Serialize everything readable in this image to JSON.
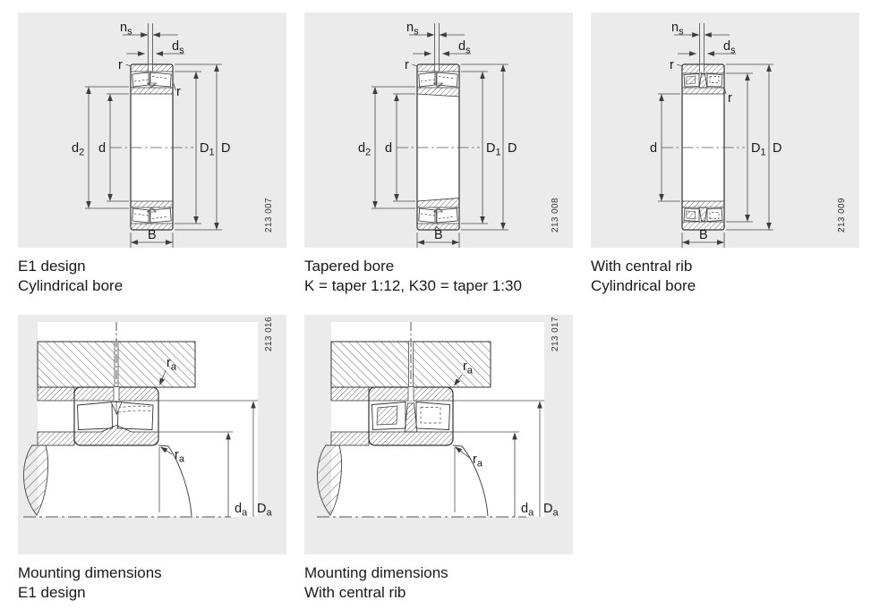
{
  "colors": {
    "panel_background": "#ebebeb",
    "drawing_background": "#ffffff",
    "line": "#3d3d3d",
    "text": "#1a1a1a"
  },
  "figures": {
    "fig1": {
      "figure_number": "213 007",
      "caption": [
        "E1 design",
        "Cylindrical bore"
      ],
      "labels": {
        "ns": {
          "base": "n",
          "sub": "s"
        },
        "ds": {
          "base": "d",
          "sub": "s"
        },
        "r_top": "r",
        "r_side": "r",
        "d2": {
          "base": "d",
          "sub": "2"
        },
        "d": "d",
        "D1": {
          "base": "D",
          "sub": "1"
        },
        "D": "D",
        "B": "B"
      }
    },
    "fig2": {
      "figure_number": "213 008",
      "caption": [
        "Tapered bore",
        "K = taper 1:12, K30 = taper 1:30"
      ],
      "labels": {
        "ns": {
          "base": "n",
          "sub": "s"
        },
        "ds": {
          "base": "d",
          "sub": "s"
        },
        "r_top": "r",
        "d2": {
          "base": "d",
          "sub": "2"
        },
        "d": "d",
        "D1": {
          "base": "D",
          "sub": "1"
        },
        "D": "D",
        "B": "B"
      }
    },
    "fig3": {
      "figure_number": "213 009",
      "caption": [
        "With central rib",
        "Cylindrical bore"
      ],
      "labels": {
        "ns": {
          "base": "n",
          "sub": "s"
        },
        "ds": {
          "base": "d",
          "sub": "s"
        },
        "r_top": "r",
        "r_side": "r",
        "d": "d",
        "D1": {
          "base": "D",
          "sub": "1"
        },
        "D": "D",
        "B": "B"
      }
    },
    "fig4": {
      "figure_number": "213 016",
      "caption": [
        "Mounting dimensions",
        "E1 design"
      ],
      "labels": {
        "ra_top": {
          "base": "r",
          "sub": "a"
        },
        "ra_bottom": {
          "base": "r",
          "sub": "a"
        },
        "da": {
          "base": "d",
          "sub": "a"
        },
        "Da": {
          "base": "D",
          "sub": "a"
        }
      }
    },
    "fig5": {
      "figure_number": "213 017",
      "caption": [
        "Mounting dimensions",
        "With central rib"
      ],
      "labels": {
        "ra_top": {
          "base": "r",
          "sub": "a"
        },
        "ra_bottom": {
          "base": "r",
          "sub": "a"
        },
        "da": {
          "base": "d",
          "sub": "a"
        },
        "Da": {
          "base": "D",
          "sub": "a"
        }
      }
    }
  }
}
